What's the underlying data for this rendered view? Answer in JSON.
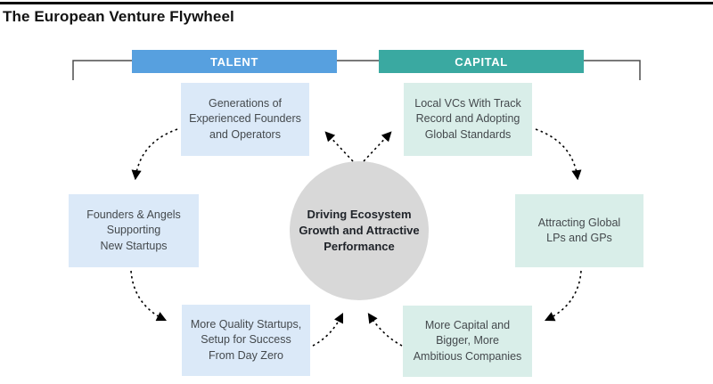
{
  "page": {
    "title": "The European Venture Flywheel"
  },
  "diagram": {
    "groups": [
      {
        "label": "TALENT",
        "header_color": "#57A0DF",
        "box_color": "#DBE9F8"
      },
      {
        "label": "CAPITAL",
        "header_color": "#3AA9A1",
        "box_color": "#D9EEE9"
      }
    ],
    "center": {
      "label": "Driving Ecosystem\nGrowth and Attractive\nPerformance",
      "color": "#D8D8D8"
    },
    "boxes": {
      "talent_top": {
        "label": "Generations of\nExperienced Founders\nand Operators"
      },
      "talent_mid": {
        "label": "Founders & Angels\nSupporting\nNew Startups"
      },
      "talent_bottom": {
        "label": "More Quality Startups,\nSetup for Success\nFrom Day Zero"
      },
      "capital_top": {
        "label": "Local VCs With Track\nRecord and Adopting\nGlobal Standards"
      },
      "capital_mid": {
        "label": "Attracting Global\nLPs and GPs"
      },
      "capital_bottom": {
        "label": "More Capital and\nBigger, More\nAmbitious Companies"
      }
    },
    "arrow_color": "#000000",
    "flow": [
      "center -> talent_top",
      "talent_top -> talent_mid",
      "talent_mid -> talent_bottom",
      "talent_bottom -> center",
      "center -> capital_top",
      "capital_top -> capital_mid",
      "capital_mid -> capital_bottom",
      "capital_bottom -> center"
    ]
  }
}
